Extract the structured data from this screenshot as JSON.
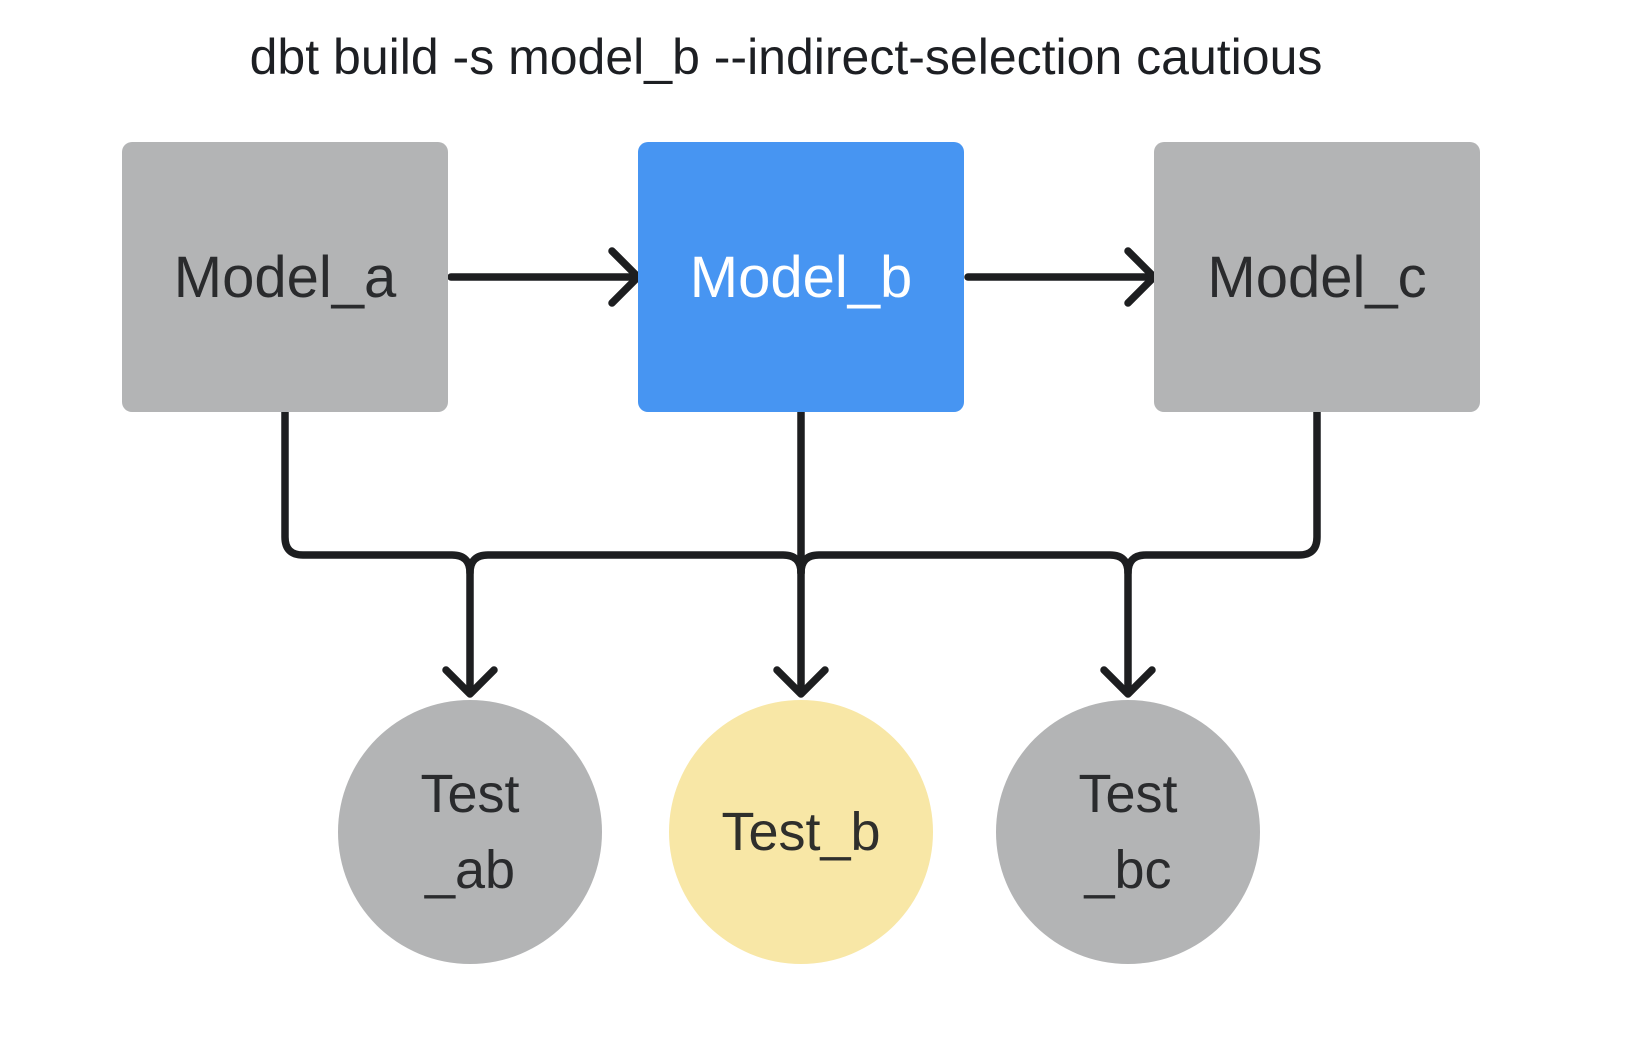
{
  "title": "dbt build -s model_b --indirect-selection cautious",
  "colors": {
    "background": "#ffffff",
    "title_text": "#1d1f23",
    "edge_line": "#1d1e20",
    "model_unselected_fill": "#b3b4b5",
    "model_selected_fill": "#4795f2",
    "test_selected_fill": "#f8e7a6",
    "node_text_dark": "#2a2b2d",
    "node_text_light": "#ffffff"
  },
  "models": [
    {
      "id": "model_a",
      "label": "Model_a",
      "variant": "gray"
    },
    {
      "id": "model_b",
      "label": "Model_b",
      "variant": "blue"
    },
    {
      "id": "model_c",
      "label": "Model_c",
      "variant": "gray"
    }
  ],
  "tests": [
    {
      "id": "test_ab",
      "lines": [
        "Test",
        "_ab"
      ],
      "variant": "gray"
    },
    {
      "id": "test_b",
      "lines": [
        "Test_b"
      ],
      "variant": "yellow"
    },
    {
      "id": "test_bc",
      "lines": [
        "Test",
        "_bc"
      ],
      "variant": "gray"
    }
  ],
  "edges": [
    {
      "from": "model_a",
      "to": "model_b"
    },
    {
      "from": "model_b",
      "to": "model_c"
    },
    {
      "from": "model_a",
      "to": "test_ab"
    },
    {
      "from": "model_b",
      "to": "test_ab"
    },
    {
      "from": "model_b",
      "to": "test_b"
    },
    {
      "from": "model_b",
      "to": "test_bc"
    },
    {
      "from": "model_c",
      "to": "test_bc"
    }
  ]
}
